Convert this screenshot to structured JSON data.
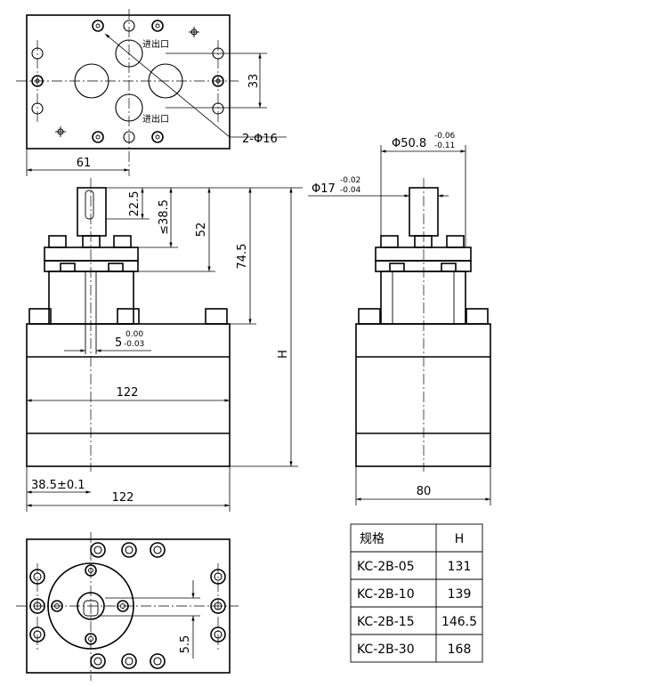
{
  "labels": {
    "port_top": "进出口",
    "port_bottom": "进出口",
    "dim_61": "61",
    "dim_33": "33",
    "dim_2phi16": "2-Φ16",
    "dim_phi50_8": "Φ50.8",
    "dim_phi50_8_tol_upper": "-0.06",
    "dim_phi50_8_tol_lower": "-0.11",
    "dim_phi17": "Φ17",
    "dim_phi17_tol_upper": "-0.02",
    "dim_phi17_tol_lower": "-0.04",
    "dim_22_5": "22.5",
    "dim_38_5max": "≤38.5",
    "dim_52": "52",
    "dim_74_5": "74.5",
    "dim_H": "H",
    "dim_5": "5",
    "dim_5_tol_upper": "0.00",
    "dim_5_tol_lower": "-0.03",
    "dim_122_inner": "122",
    "dim_38_5": "38.5±0.1",
    "dim_122_bottom": "122",
    "dim_80": "80",
    "dim_5_5": "5.5"
  },
  "spec_table": {
    "header_model": "规格",
    "header_h": "H",
    "rows": [
      {
        "model": "KC-2B-05",
        "h": "131"
      },
      {
        "model": "KC-2B-10",
        "h": "139"
      },
      {
        "model": "KC-2B-15",
        "h": "146.5"
      },
      {
        "model": "KC-2B-30",
        "h": "168"
      }
    ]
  }
}
